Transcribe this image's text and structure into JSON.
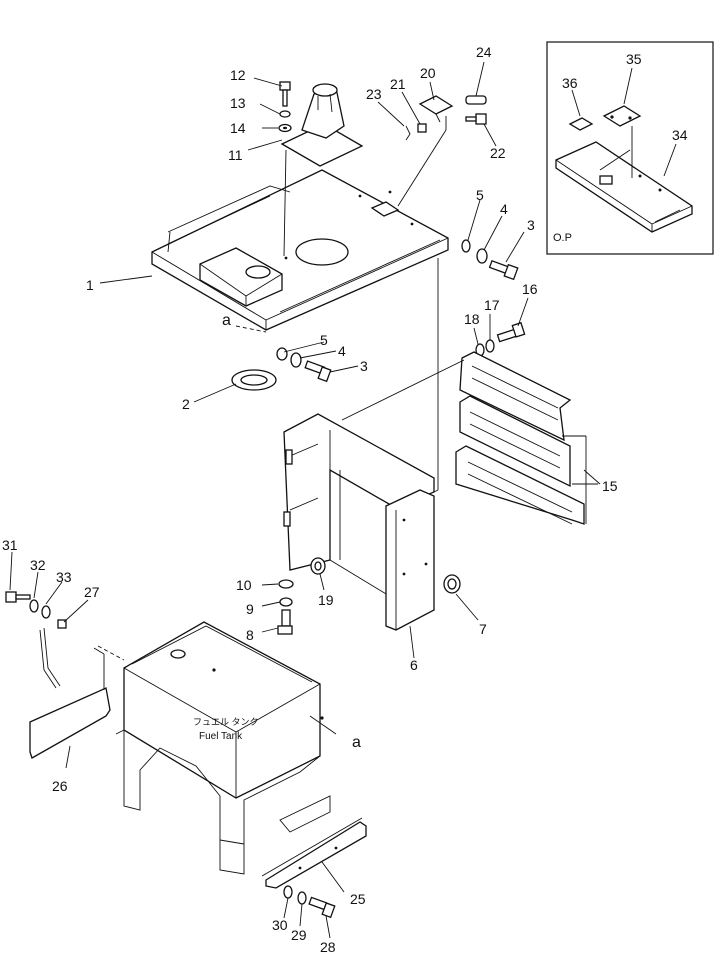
{
  "callouts": {
    "c1": "1",
    "c2": "2",
    "c3a": "3",
    "c3b": "3",
    "c4a": "4",
    "c4b": "4",
    "c5a": "5",
    "c5b": "5",
    "c6": "6",
    "c7": "7",
    "c8": "8",
    "c9": "9",
    "c10": "10",
    "c11": "11",
    "c12": "12",
    "c13": "13",
    "c14": "14",
    "c15": "15",
    "c16": "16",
    "c17": "17",
    "c18": "18",
    "c19": "19",
    "c20": "20",
    "c21": "21",
    "c22": "22",
    "c23": "23",
    "c24": "24",
    "c25": "25",
    "c26": "26",
    "c27": "27",
    "c28": "28",
    "c29": "29",
    "c30": "30",
    "c31": "31",
    "c32": "32",
    "c33": "33",
    "c34": "34",
    "c35": "35",
    "c36": "36"
  },
  "refs": {
    "a_top": "a",
    "a_tank": "a"
  },
  "inset_label": "O.P",
  "tank_label_jp": "フュエル タンク",
  "tank_label_en": "Fuel Tank"
}
